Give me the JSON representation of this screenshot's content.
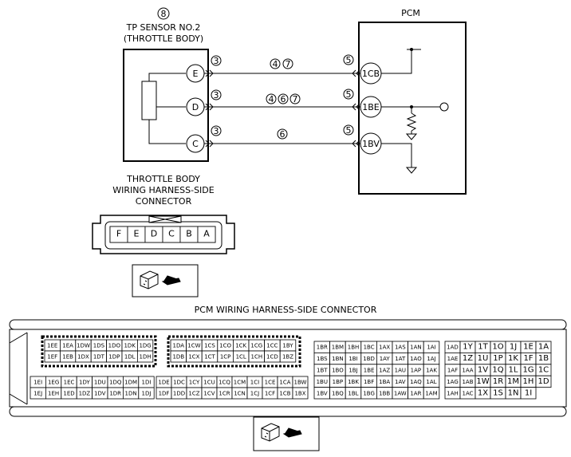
{
  "sensor": {
    "ref": "8",
    "title1": "TP SENSOR NO.2",
    "title2": "(THROTTLE BODY)",
    "pins": [
      "E",
      "D",
      "C"
    ],
    "pin_ref": "3"
  },
  "pcm": {
    "title": "PCM",
    "pins": [
      "1CB",
      "1BE",
      "1BV"
    ],
    "pin_ref": "5"
  },
  "wires": [
    {
      "refs": [
        "4",
        "7"
      ]
    },
    {
      "refs": [
        "4",
        "6",
        "7"
      ]
    },
    {
      "refs": [
        "6"
      ]
    }
  ],
  "tb_connector": {
    "label1": "THROTTLE BODY",
    "label2": "WIRING HARNESS-SIDE",
    "label3": "CONNECTOR",
    "pins": [
      "F",
      "E",
      "D",
      "C",
      "B",
      "A"
    ]
  },
  "pcm_connector": {
    "label": "PCM WIRING HARNESS-SIDE CONNECTOR",
    "block1": {
      "top": [
        [
          "1EE",
          "1EA",
          "1DW",
          "1DS",
          "1DO",
          "1DK",
          "1DG"
        ],
        [
          "1EF",
          "1EB",
          "1DX",
          "1DT",
          "1DP",
          "1DL",
          "1DH"
        ]
      ],
      "bottom": [
        [
          "1EI",
          "1EG",
          "1EC",
          "1DY",
          "1DU",
          "1DQ",
          "1DM",
          "1DI"
        ],
        [
          "1EJ",
          "1EH",
          "1ED",
          "1DZ",
          "1DV",
          "1DR",
          "1DN",
          "1DJ"
        ]
      ]
    },
    "block2": {
      "top": [
        [
          "1DA",
          "1CW",
          "1CS",
          "1CO",
          "1CK",
          "1CG",
          "1CC",
          "1BY"
        ],
        [
          "1DB",
          "1CX",
          "1CT",
          "1CP",
          "1CL",
          "1CH",
          "1CD",
          "1BZ"
        ]
      ],
      "bottom": [
        [
          "1DE",
          "1DC",
          "1CY",
          "1CU",
          "1CQ",
          "1CM",
          "1CI",
          "1CE",
          "1CA",
          "1BW"
        ],
        [
          "1DF",
          "1DD",
          "1CZ",
          "1CV",
          "1CR",
          "1CN",
          "1CJ",
          "1CF",
          "1CB",
          "1BX"
        ]
      ]
    },
    "block3": [
      [
        "1BR",
        "1BM",
        "1BH",
        "1BC",
        "1AX",
        "1AS",
        "1AN",
        "1AI"
      ],
      [
        "1BS",
        "1BN",
        "1BI",
        "1BD",
        "1AY",
        "1AT",
        "1AO",
        "1AJ"
      ],
      [
        "1BT",
        "1BO",
        "1BJ",
        "1BE",
        "1AZ",
        "1AU",
        "1AP",
        "1AK"
      ],
      [
        "1BU",
        "1BP",
        "1BK",
        "1BF",
        "1BA",
        "1AV",
        "1AQ",
        "1AL"
      ],
      [
        "1BV",
        "1BQ",
        "1BL",
        "1BG",
        "1BB",
        "1AW",
        "1AR",
        "1AM"
      ]
    ],
    "block4": [
      [
        "1AD",
        "1Y",
        "1T",
        "1O",
        "1J",
        "1E",
        "1A"
      ],
      [
        "1AE",
        "1Z",
        "1U",
        "1P",
        "1K",
        "1F",
        "1B"
      ],
      [
        "1AF",
        "1AA",
        "1V",
        "1Q",
        "1L",
        "1G",
        "1C"
      ],
      [
        "1AG",
        "1AB",
        "1W",
        "1R",
        "1M",
        "1H",
        "1D"
      ],
      [
        "1AH",
        "1AC",
        "1X",
        "1S",
        "1N",
        "1I"
      ]
    ]
  }
}
